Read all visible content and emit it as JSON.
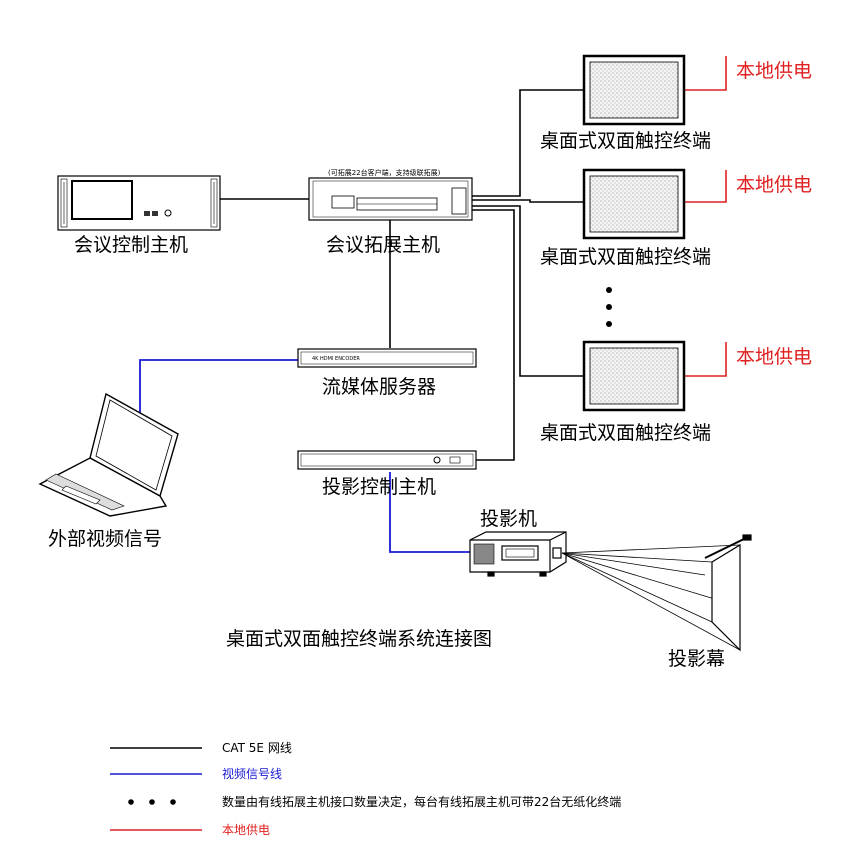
{
  "colors": {
    "network": "#000000",
    "video": "#1a1ad6",
    "power": "#e02020"
  },
  "devices": {
    "conference_host": "会议控制主机",
    "expansion_host": "会议拓展主机",
    "expansion_note": "(可拓展22台客户端，支持级联拓展)",
    "streaming_server": "流媒体服务器",
    "streaming_server_panel": "4K HDMI ENCODER",
    "projector_control": "投影控制主机",
    "projector": "投影机",
    "screen": "投影幕",
    "laptop": "外部视频信号"
  },
  "terminals": [
    {
      "label": "桌面式双面触控终端",
      "power": "本地供电"
    },
    {
      "label": "桌面式双面触控终端",
      "power": "本地供电"
    },
    {
      "label": "桌面式双面触控终端",
      "power": "本地供电"
    }
  ],
  "title": "桌面式双面触控终端系统连接图",
  "legend": [
    {
      "symbol": "black-line",
      "text": "CAT 5E 网线"
    },
    {
      "symbol": "blue-line",
      "text": "视频信号线"
    },
    {
      "symbol": "dots",
      "text": "数量由有线拓展主机接口数量决定，每台有线拓展主机可带22台无纸化终端"
    },
    {
      "symbol": "red-line",
      "text": "本地供电"
    }
  ]
}
